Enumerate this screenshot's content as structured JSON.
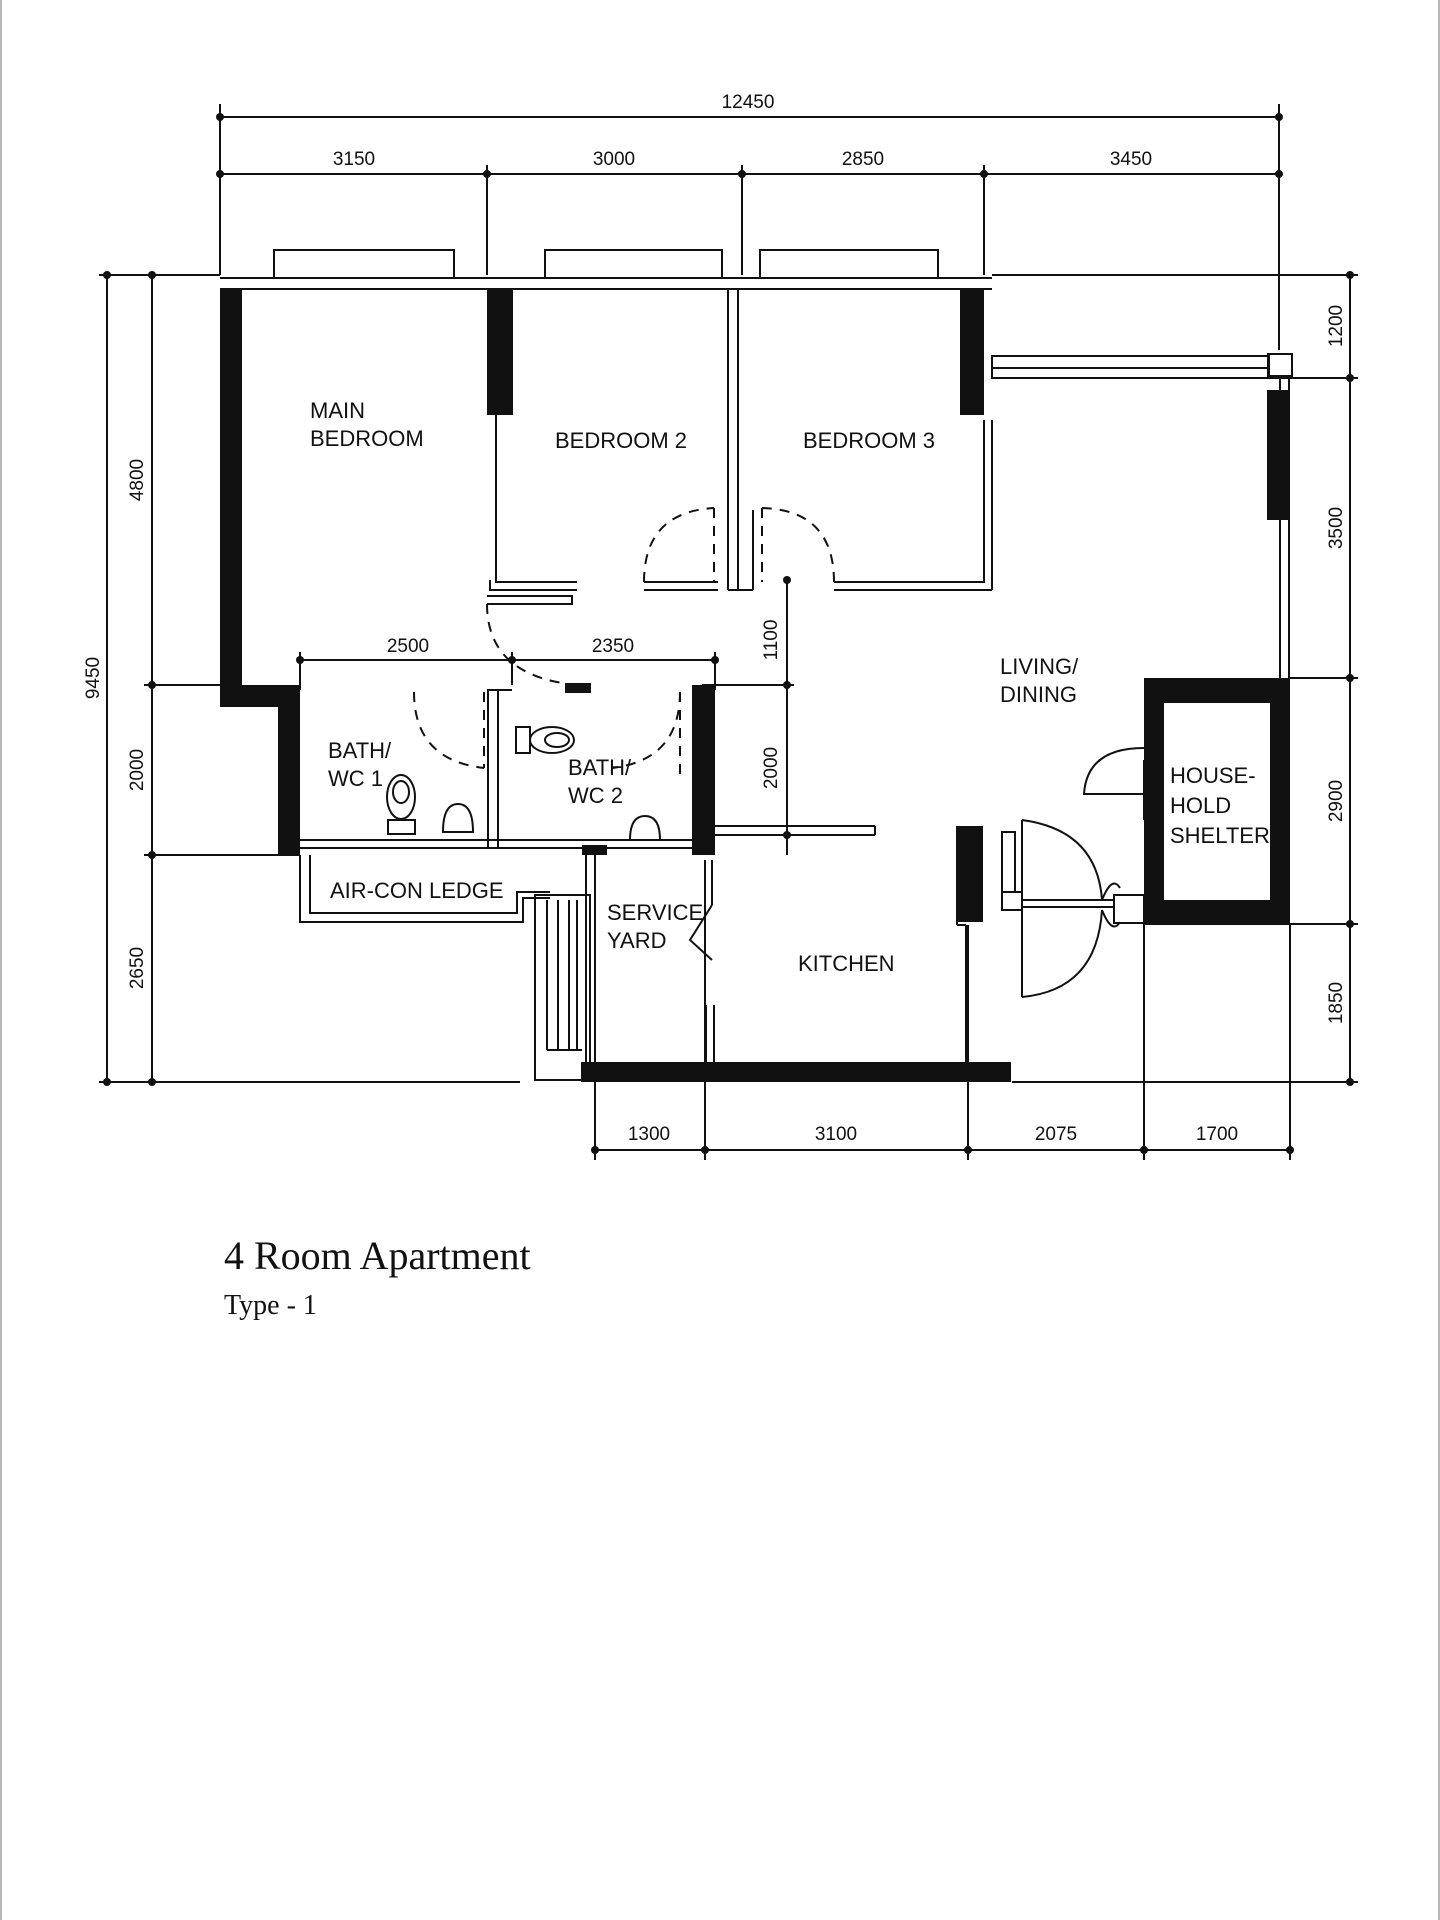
{
  "plan": {
    "dims_top": {
      "overall": "12450",
      "seg1": "3150",
      "seg2": "3000",
      "seg3": "2850",
      "seg4": "3450"
    },
    "dims_left": {
      "overall": "9450",
      "seg1": "4800",
      "seg2": "2000",
      "seg3": "2650"
    },
    "dims_right": {
      "seg1": "1200",
      "seg2": "3500",
      "seg3": "2900",
      "seg4": "1850"
    },
    "dims_bottom": {
      "seg1": "1300",
      "seg2": "3100",
      "seg3": "2075",
      "seg4": "1700"
    },
    "dims_inner": {
      "bath1_width": "2500",
      "bath2_width": "2350",
      "corridor": "1100",
      "bath_height": "2000"
    },
    "rooms": {
      "main_bedroom": [
        "MAIN",
        "BEDROOM"
      ],
      "bedroom2": "BEDROOM 2",
      "bedroom3": "BEDROOM 3",
      "living": [
        "LIVING/",
        "DINING"
      ],
      "bath1": [
        "BATH/",
        "WC 1"
      ],
      "bath2": [
        "BATH/",
        "WC 2"
      ],
      "aircon": "AIR-CON LEDGE",
      "service": [
        "SERVICE",
        "YARD"
      ],
      "kitchen": "KITCHEN",
      "shelter": [
        "HOUSE-",
        "HOLD",
        "SHELTER"
      ]
    }
  },
  "title": "4 Room  Apartment",
  "subtitle": "Type - 1"
}
